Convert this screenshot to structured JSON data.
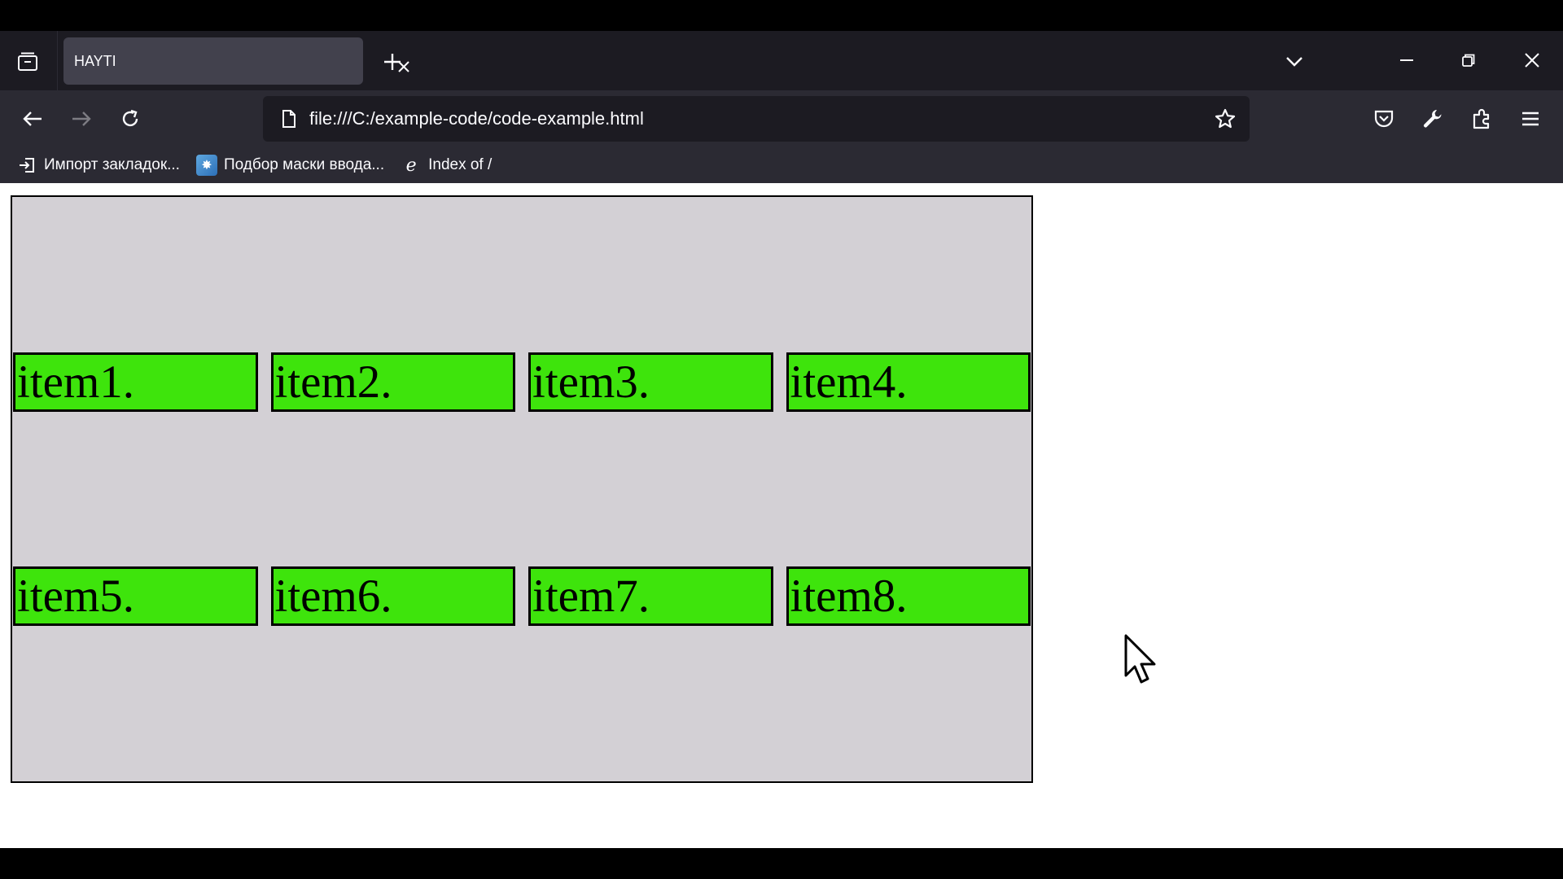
{
  "tabbar": {
    "tab_title": "HAYTI"
  },
  "navbar": {
    "url": "file:///C:/example-code/code-example.html"
  },
  "bookmarks": [
    {
      "label": "Импорт закладок...",
      "icon": "import-icon"
    },
    {
      "label": "Подбор маски ввода...",
      "icon": "site-favicon"
    },
    {
      "label": "Index of /",
      "icon": "e-logo-icon"
    }
  ],
  "page": {
    "items": [
      "item1.",
      "item2.",
      "item3.",
      "item4.",
      "item5.",
      "item6.",
      "item7.",
      "item8."
    ]
  },
  "colors": {
    "item_background": "#3ee40c",
    "container_background": "#d3d0d5",
    "page_background": "#ffffff"
  }
}
